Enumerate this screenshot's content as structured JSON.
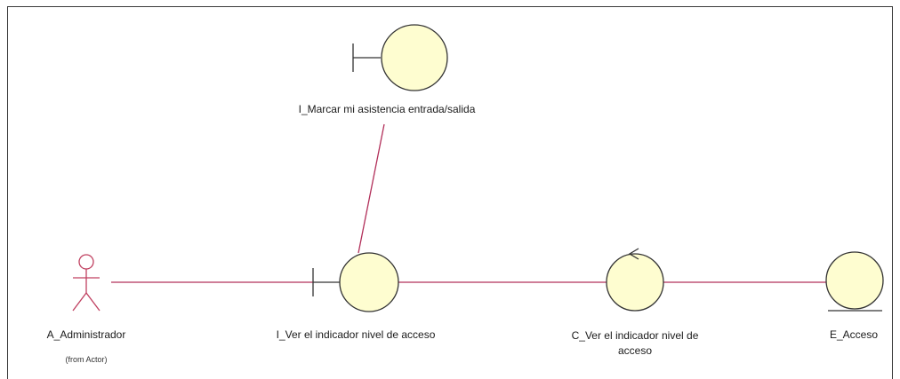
{
  "diagram": {
    "colors": {
      "object_fill": "#fefdd0",
      "outline": "#333333",
      "link": "#b2305a",
      "actor": "#c04060"
    },
    "actor": {
      "name": "A_Administrador",
      "note": "(from Actor)"
    },
    "objects": [
      {
        "id": "boundary-marcar",
        "kind": "boundary",
        "label": "I_Marcar mi asistencia entrada/salida"
      },
      {
        "id": "boundary-ver",
        "kind": "boundary",
        "label": "I_Ver el indicador nivel de acceso"
      },
      {
        "id": "control-ver",
        "kind": "control",
        "label_line1": "C_Ver el indicador nivel de",
        "label_line2": "acceso"
      },
      {
        "id": "entity-acceso",
        "kind": "entity",
        "label": "E_Acceso"
      }
    ]
  }
}
